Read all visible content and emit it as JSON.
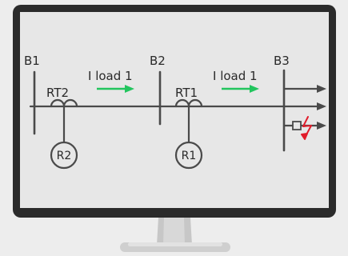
{
  "diagram": {
    "buses": {
      "b1": "B1",
      "b2": "B2",
      "b3": "B3"
    },
    "transformers": {
      "rt2": "RT2",
      "rt1": "RT1"
    },
    "relays": {
      "r2": "R2",
      "r1": "R1"
    },
    "load_flow_labels": {
      "left": "I load 1",
      "right": "I load 1"
    },
    "colors": {
      "flow_arrow": "#22c55e",
      "fault": "#e11d2b",
      "line": "#4a4a4a",
      "screen": "#e7e7e7",
      "bezel": "#2b2b2b"
    },
    "icons": [
      "fault-lightning-icon",
      "circuit-breaker-icon",
      "feeder-arrow-icon"
    ]
  }
}
